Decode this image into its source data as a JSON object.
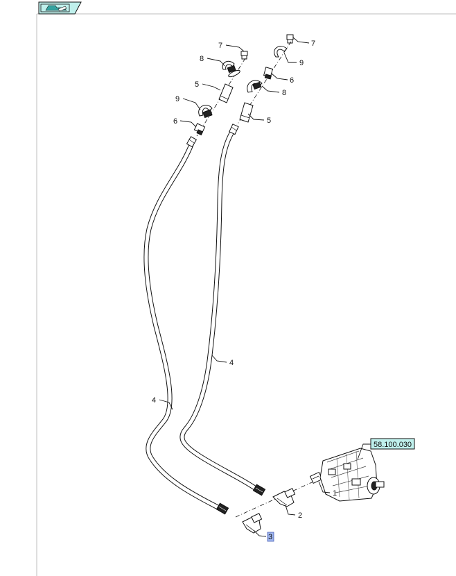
{
  "nav_icon": {
    "icon": "back-to-list-icon",
    "color": "#bff0ec"
  },
  "reference": {
    "label": "58.100.030",
    "color": "#bff0ec"
  },
  "callouts": {
    "c7_top_left": "7",
    "c7_top_right": "7",
    "c8_left": "8",
    "c8_right": "8",
    "c9_left": "9",
    "c9_right": "9",
    "c5_left": "5",
    "c5_right": "5",
    "c6_left": "6",
    "c6_right": "6",
    "c4_mid": "4",
    "c4_low": "4",
    "c1": "1",
    "c2": "2",
    "c3": "3"
  },
  "highlight": {
    "item": "3",
    "color": "#9fb6ef"
  }
}
